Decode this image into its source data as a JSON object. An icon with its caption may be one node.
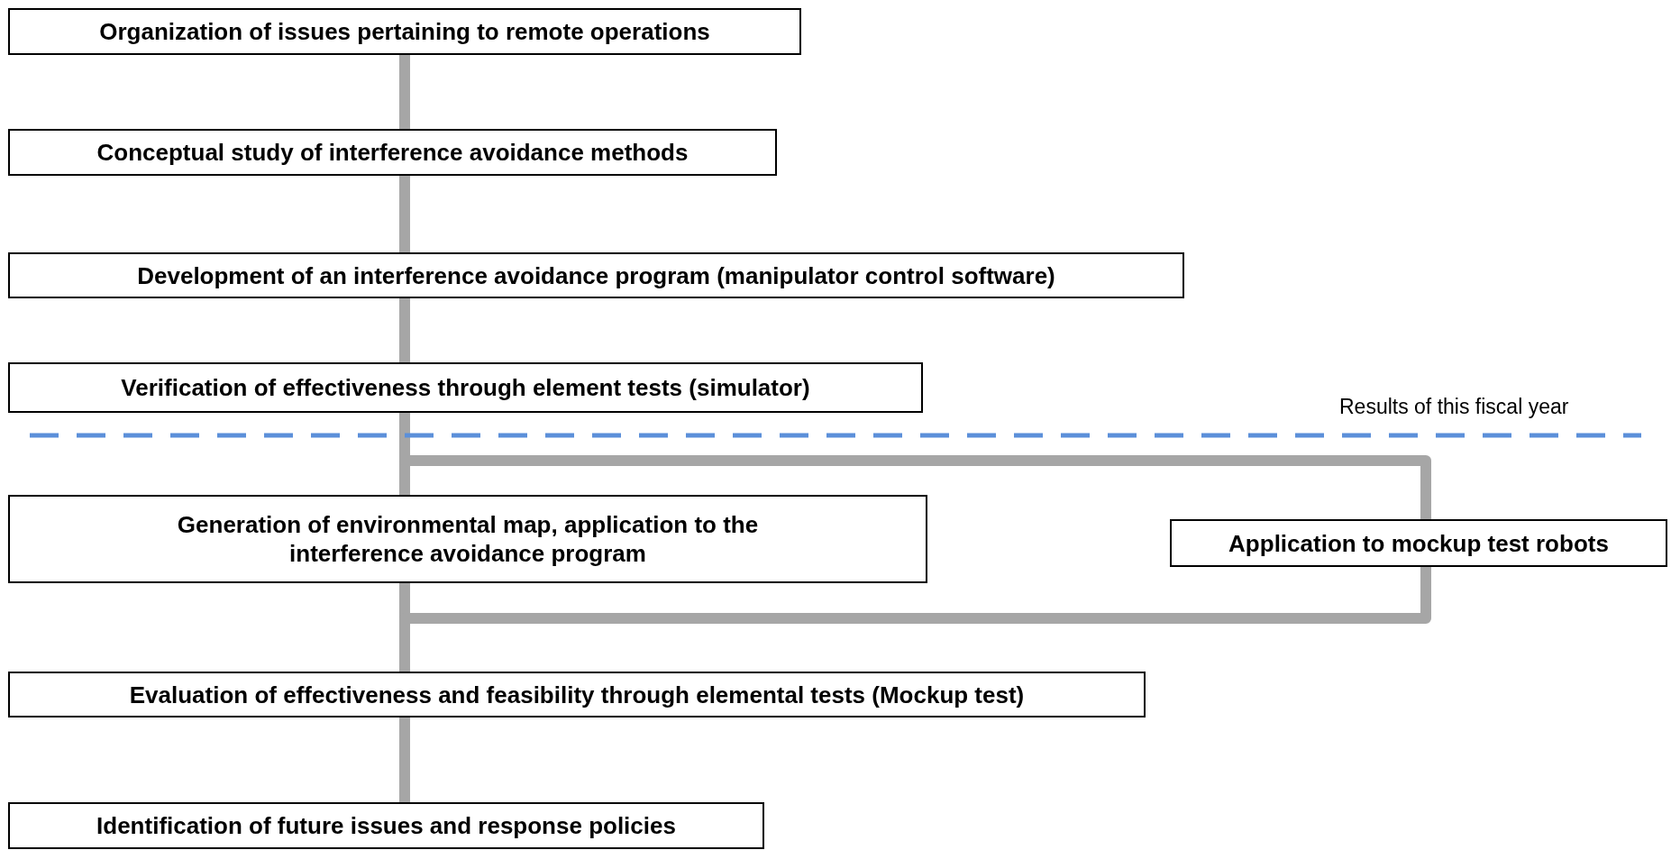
{
  "diagram": {
    "nodes": [
      {
        "text": [
          "Organization of issues pertaining to remote operations"
        ]
      },
      {
        "text": [
          "Conceptual study of interference avoidance methods"
        ]
      },
      {
        "text": [
          "Development of an interference avoidance program (manipulator control software)"
        ]
      },
      {
        "text": [
          "Verification of effectiveness through element tests (simulator)"
        ]
      },
      {
        "text": [
          "Generation of environmental map, application to the interference avoidance program"
        ]
      },
      {
        "text": [
          "Application to mockup test robots"
        ]
      },
      {
        "text": [
          "Evaluation of effectiveness and feasibility through elemental tests (Mockup test)"
        ]
      },
      {
        "text": [
          "Identification of future issues and response policies"
        ]
      }
    ],
    "edges": [
      {
        "from": 0,
        "to": 1,
        "arrow": "none"
      },
      {
        "from": 1,
        "to": 2,
        "arrow": "none"
      },
      {
        "from": 2,
        "to": 3,
        "arrow": "none"
      },
      {
        "from": 3,
        "to": 4,
        "arrow": "none"
      },
      {
        "from": 4,
        "to": 6,
        "arrow": "none"
      },
      {
        "from": 6,
        "to": 7,
        "arrow": "none"
      },
      {
        "from": 3,
        "to": 5,
        "arrow": "none"
      },
      {
        "from": 5,
        "to": 6,
        "arrow": "none"
      }
    ],
    "labels": [
      "Results of this fiscal year"
    ]
  }
}
